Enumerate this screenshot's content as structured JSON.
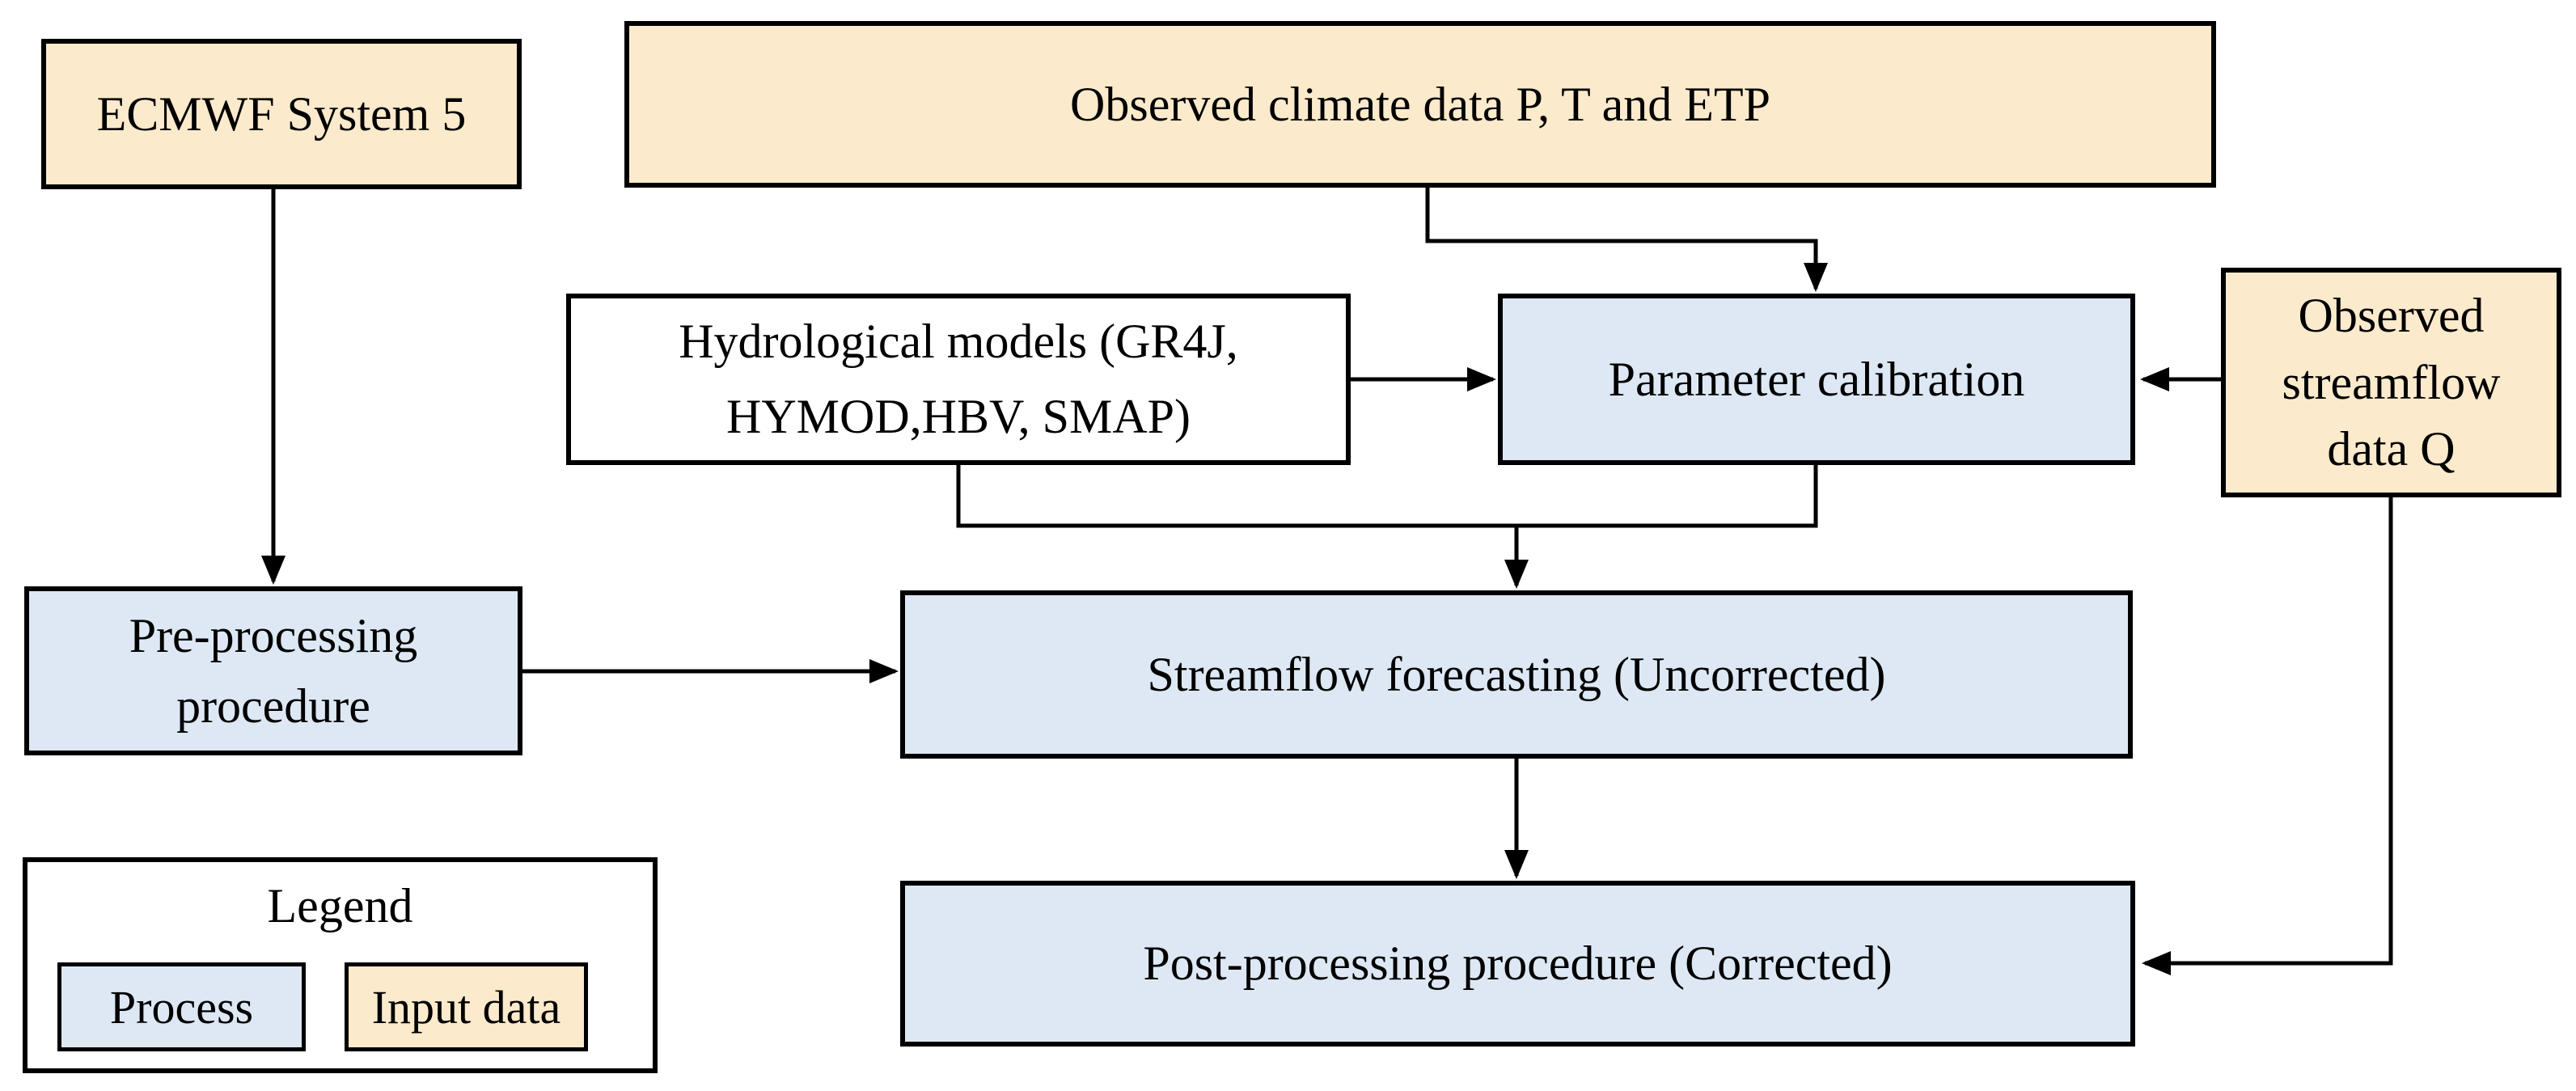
{
  "diagram": {
    "boxes": {
      "ecmwf": {
        "label": "ECMWF System 5",
        "type": "input"
      },
      "climate": {
        "label": "Observed climate data P, T and ETP",
        "type": "input"
      },
      "models": {
        "label": "Hydrological models (GR4J,\nHYMOD,HBV, SMAP)",
        "type": "plain"
      },
      "calibration": {
        "label": "Parameter calibration",
        "type": "process"
      },
      "streamflow_obs": {
        "label": "Observed\nstreamflow\ndata Q",
        "type": "input"
      },
      "preprocessing": {
        "label": "Pre-processing\nprocedure",
        "type": "process"
      },
      "forecasting": {
        "label": "Streamflow forecasting (Uncorrected)",
        "type": "process"
      },
      "postprocessing": {
        "label": "Post-processing procedure (Corrected)",
        "type": "process"
      }
    },
    "legend": {
      "title": "Legend",
      "items": [
        {
          "label": "Process",
          "type": "process"
        },
        {
          "label": "Input data",
          "type": "input"
        }
      ]
    },
    "colors": {
      "process_fill": "#DDE8F4",
      "input_fill": "#FBEACB",
      "plain_fill": "#FFFFFF",
      "line": "#000000"
    }
  }
}
